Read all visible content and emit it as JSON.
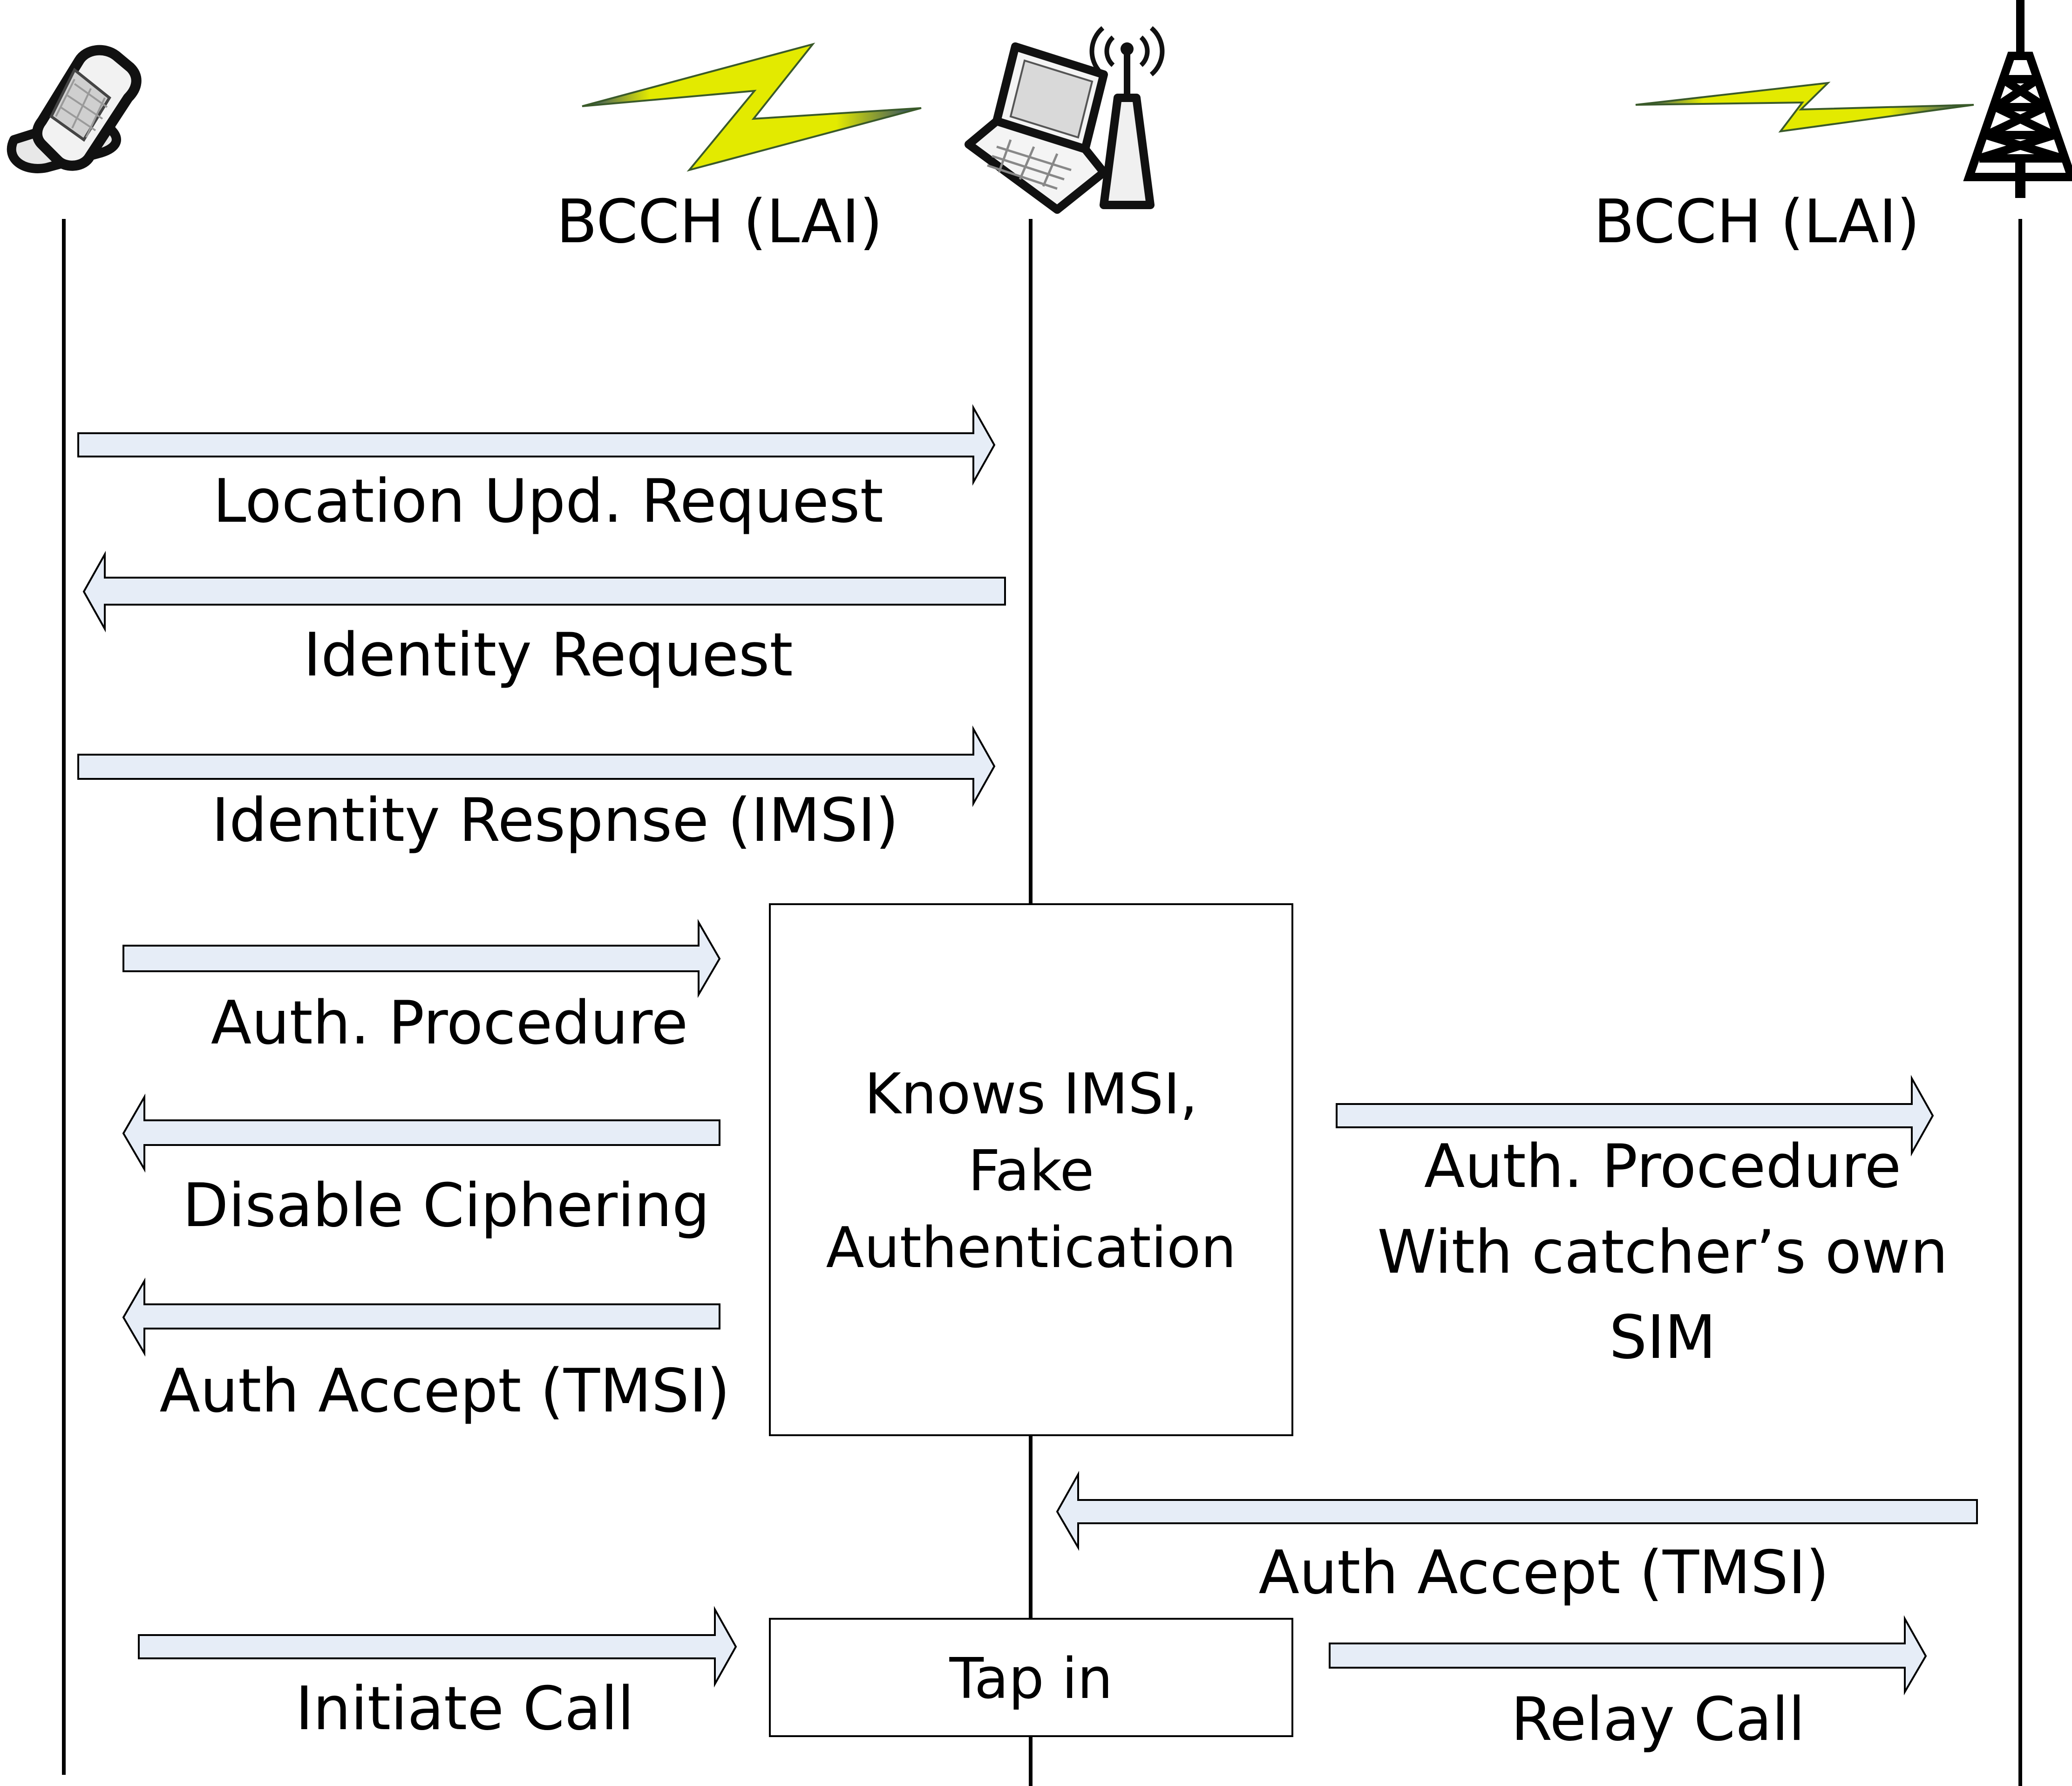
{
  "labels": {
    "bcch_left": "BCCH (LAI)",
    "bcch_right": "BCCH (LAI)"
  },
  "messages": {
    "location_update_request": "Location Upd. Request",
    "identity_request": "Identity Request",
    "identity_response": "Identity Respnse (IMSI)",
    "auth_procedure_left": "Auth. Procedure",
    "disable_ciphering": "Disable Ciphering",
    "auth_accept_left": "Auth Accept (TMSI)",
    "initiate_call": "Initiate Call",
    "auth_procedure_right_line1": "Auth. Procedure",
    "auth_procedure_right_line2": "With catcher’s own",
    "auth_procedure_right_line3": "SIM",
    "auth_accept_right": "Auth Accept (TMSI)",
    "relay_call": "Relay Call"
  },
  "boxes": {
    "fake_auth_line1": "Knows IMSI,",
    "fake_auth_line2": "Fake",
    "fake_auth_line3": "Authentication",
    "tap_in": "Tap in"
  },
  "icons": {
    "mobile_phone": "mobile-phone-icon",
    "imsi_catcher": "laptop-antenna-icon",
    "base_station": "cell-tower-icon",
    "radio_link": "lightning-bolt-icon"
  },
  "colors": {
    "arrow_fill": "#e6edf7",
    "lightning": "#e3ea00",
    "lightning_edge": "#2a4a7a",
    "line": "#000000"
  }
}
